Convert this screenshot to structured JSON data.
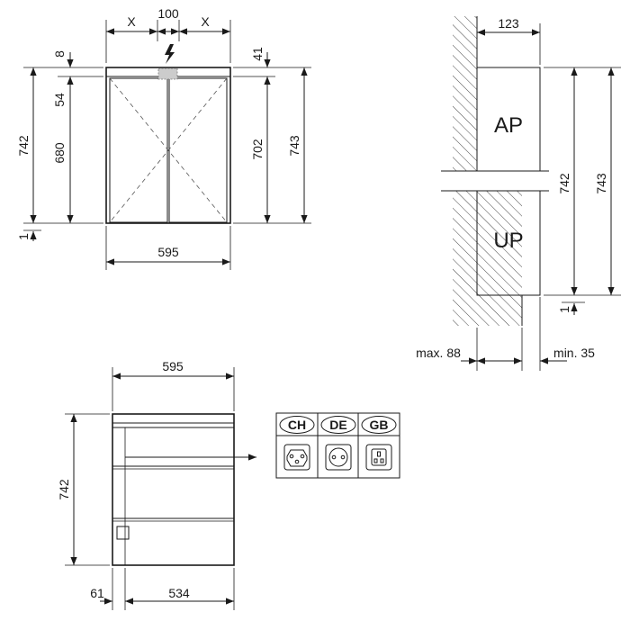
{
  "front_view": {
    "dim_x_left": "X",
    "dim_center": "100",
    "dim_x_right": "X",
    "dim_top_gap": "8",
    "dim_top_band": "54",
    "dim_inner_height": "680",
    "dim_total_height_left": "742",
    "dim_bottom_gap": "1",
    "dim_top_right": "41",
    "dim_door_height": "702",
    "dim_total_height_right": "743",
    "dim_width": "595"
  },
  "side_view": {
    "label_surface": "AP",
    "label_recessed": "UP",
    "dim_depth": "123",
    "dim_height_inner": "742",
    "dim_height_outer": "743",
    "dim_bottom": "1",
    "dim_max": "max. 88",
    "dim_min": "min. 35"
  },
  "interior_view": {
    "dim_width": "595",
    "dim_height": "742",
    "dim_left": "61",
    "dim_inner_width": "534"
  },
  "socket_types": [
    {
      "code": "CH"
    },
    {
      "code": "DE"
    },
    {
      "code": "GB"
    }
  ],
  "colors": {
    "line": "#1a1a1a",
    "cabinet_fill": "#d4d4d4",
    "socket_marker": "#cccccc"
  }
}
